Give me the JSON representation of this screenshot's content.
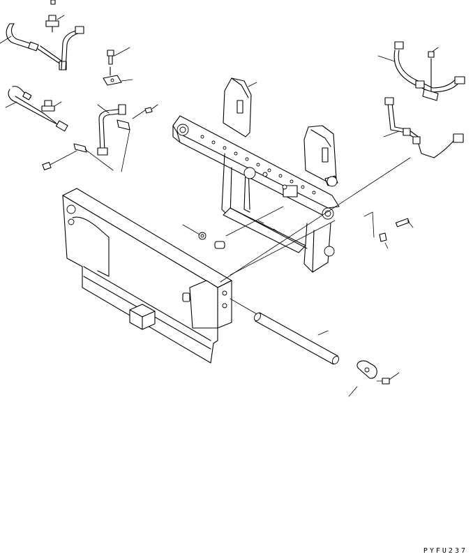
{
  "drawing": {
    "code": "PYFU237"
  },
  "parts": [
    {
      "id": "hydraulic-hose-upper-left",
      "icon": "hose"
    },
    {
      "id": "hydraulic-hose-middle-left",
      "icon": "hose"
    },
    {
      "id": "tube-bracket-left",
      "icon": "tube"
    },
    {
      "id": "bolt-top-left",
      "icon": "bolt"
    },
    {
      "id": "clamp-plate",
      "icon": "clamp"
    },
    {
      "id": "hose-clip",
      "icon": "clip"
    },
    {
      "id": "nut-small",
      "icon": "nut"
    },
    {
      "id": "carriage-frame",
      "icon": "frame"
    },
    {
      "id": "hose-assembly-right-upper",
      "icon": "hose"
    },
    {
      "id": "hose-assembly-right-lower",
      "icon": "hose"
    },
    {
      "id": "backrest-plate",
      "icon": "plate"
    },
    {
      "id": "pin-shaft",
      "icon": "pin"
    },
    {
      "id": "retainer-plate",
      "icon": "plate"
    },
    {
      "id": "bolt-right",
      "icon": "bolt"
    },
    {
      "id": "nut-right",
      "icon": "nut"
    }
  ]
}
